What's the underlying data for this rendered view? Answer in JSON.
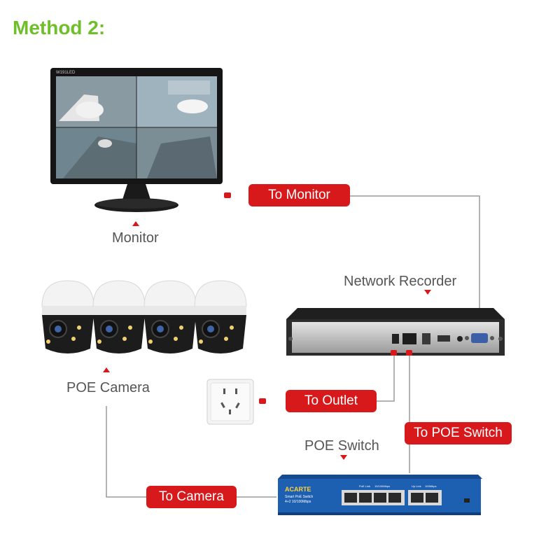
{
  "heading": "Method 2:",
  "labels": {
    "monitor": "Monitor",
    "network_recorder": "Network Recorder",
    "poe_camera": "POE Camera",
    "poe_switch": "POE Switch"
  },
  "connectors": {
    "to_monitor": "To Monitor",
    "to_outlet": "To Outlet",
    "to_poe_switch": "To POE Switch",
    "to_camera": "To Camera"
  },
  "device_text": {
    "monitor_brand": "W191LED",
    "switch_brand": "ACARTE",
    "switch_line1": "Smart PoE Switch",
    "switch_line2": "4+2 10/100Mbps",
    "switch_poe_link": "PoE Link",
    "switch_speed": "10/100Mbps",
    "switch_up_link": "Up Link",
    "switch_up_speed": "100Mbps"
  },
  "colors": {
    "heading": "#6fbf2a",
    "accent_red": "#d7191c",
    "line_gray": "#9a9a9a",
    "switch_blue": "#1d5fb0"
  }
}
